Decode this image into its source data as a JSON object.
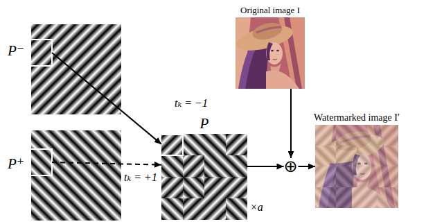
{
  "diagram": {
    "nodes": [
      {
        "text": [
          "P⁻"
        ]
      },
      {
        "text": [
          "P⁺"
        ]
      },
      {
        "text": [
          "P"
        ]
      },
      {
        "text": [
          "Original image I"
        ]
      },
      {
        "text": [
          "⊕"
        ]
      },
      {
        "text": [
          "Watermarked image I′"
        ]
      }
    ],
    "edges": [
      {
        "from": 0,
        "to": 2,
        "arrow": "to",
        "label": "tₖ = −1"
      },
      {
        "from": 1,
        "to": 2,
        "arrow": "to",
        "label": "tₖ = +1"
      },
      {
        "from": 2,
        "to": 4,
        "arrow": "to"
      },
      {
        "from": 3,
        "to": 4,
        "arrow": "to"
      },
      {
        "from": 4,
        "to": 5,
        "arrow": "to"
      }
    ],
    "labels": [
      "×a"
    ]
  }
}
